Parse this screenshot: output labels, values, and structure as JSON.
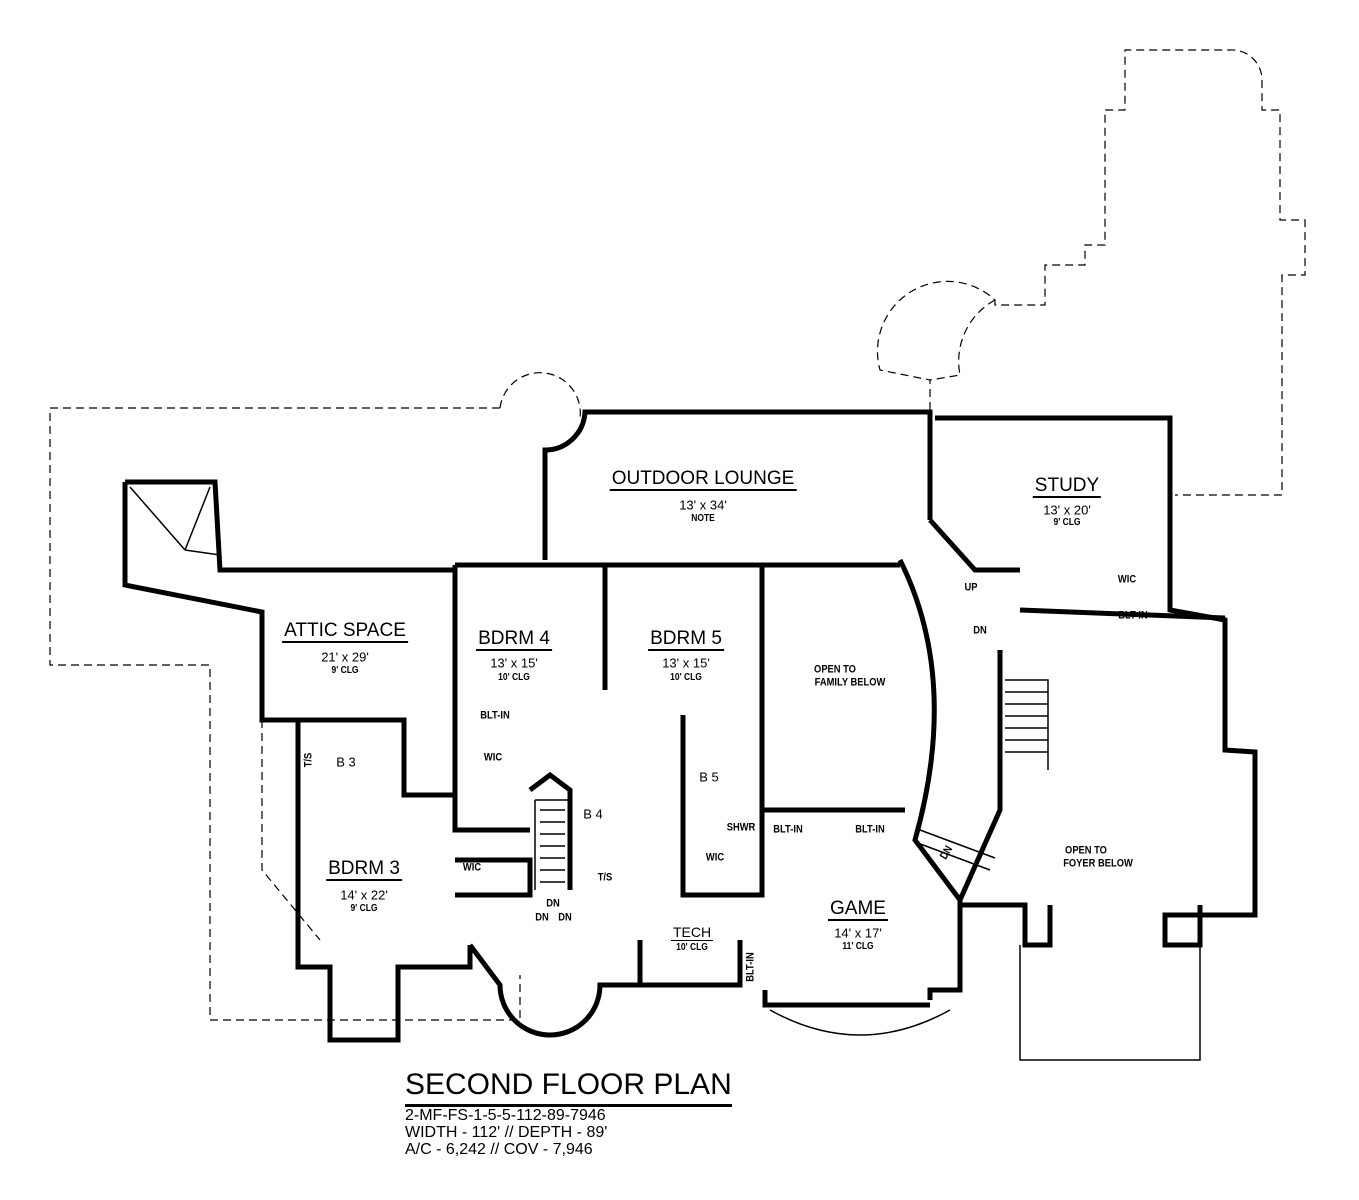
{
  "rooms": {
    "outdoor_lounge": {
      "name": "OUTDOOR LOUNGE",
      "size": "13' x 34'",
      "note": "NOTE"
    },
    "study": {
      "name": "STUDY",
      "size": "13' x 20'",
      "clg": "9' CLG"
    },
    "attic": {
      "name": "ATTIC SPACE",
      "size": "21' x 29'",
      "clg": "9' CLG"
    },
    "bdrm4": {
      "name": "BDRM 4",
      "size": "13' x 15'",
      "clg": "10' CLG"
    },
    "bdrm5": {
      "name": "BDRM 5",
      "size": "13' x 15'",
      "clg": "10' CLG"
    },
    "bdrm3": {
      "name": "BDRM 3",
      "size": "14' x 22'",
      "clg": "9' CLG"
    },
    "game": {
      "name": "GAME",
      "size": "14' x 17'",
      "clg": "11' CLG"
    },
    "tech": {
      "name": "TECH",
      "clg": "10' CLG"
    }
  },
  "open_areas": {
    "family": [
      "OPEN TO",
      "FAMILY BELOW"
    ],
    "foyer": [
      "OPEN TO",
      "FOYER BELOW"
    ]
  },
  "small_labels": {
    "b3": "B 3",
    "b4": "B 4",
    "b5": "B 5",
    "ts": "T/S",
    "wic": "WIC",
    "shwr": "SHWR",
    "blt_in": "BLT-IN",
    "up": "UP",
    "dn": "DN"
  },
  "title_block": {
    "title": "SECOND FLOOR PLAN",
    "plan_code": "2-MF-FS-1-5-5-112-89-7946",
    "dimensions": "WIDTH - 112' // DEPTH - 89'",
    "area": "A/C - 6,242 // COV - 7,946"
  }
}
